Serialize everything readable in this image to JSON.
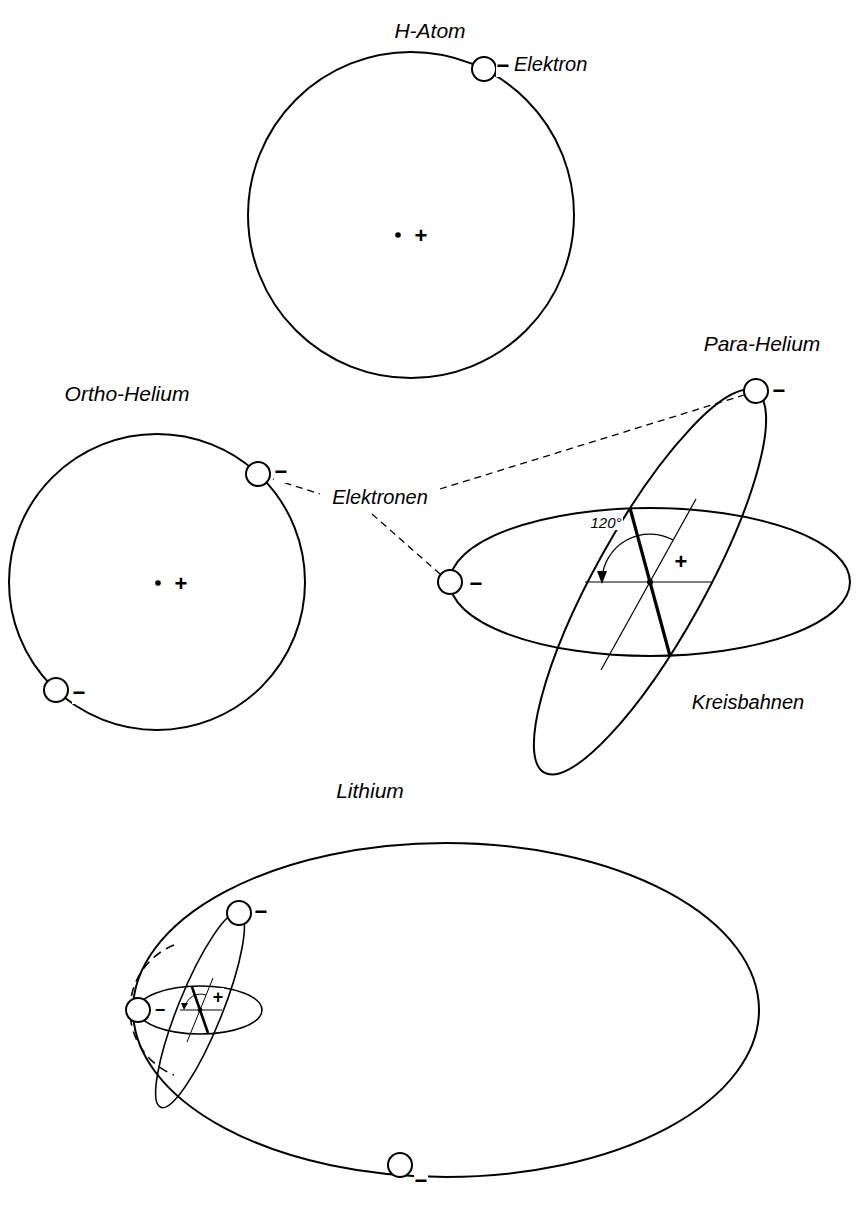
{
  "diagram": {
    "labels": [
      "H-Atom",
      "+",
      "−",
      "Elektron",
      "Ortho-Helium",
      "Para-Helium",
      "−",
      "Elektronen",
      "120°",
      "+",
      "−",
      "−",
      "+",
      "−",
      "Kreisbahnen",
      "Lithium",
      "−",
      "−",
      "+",
      "−"
    ]
  }
}
